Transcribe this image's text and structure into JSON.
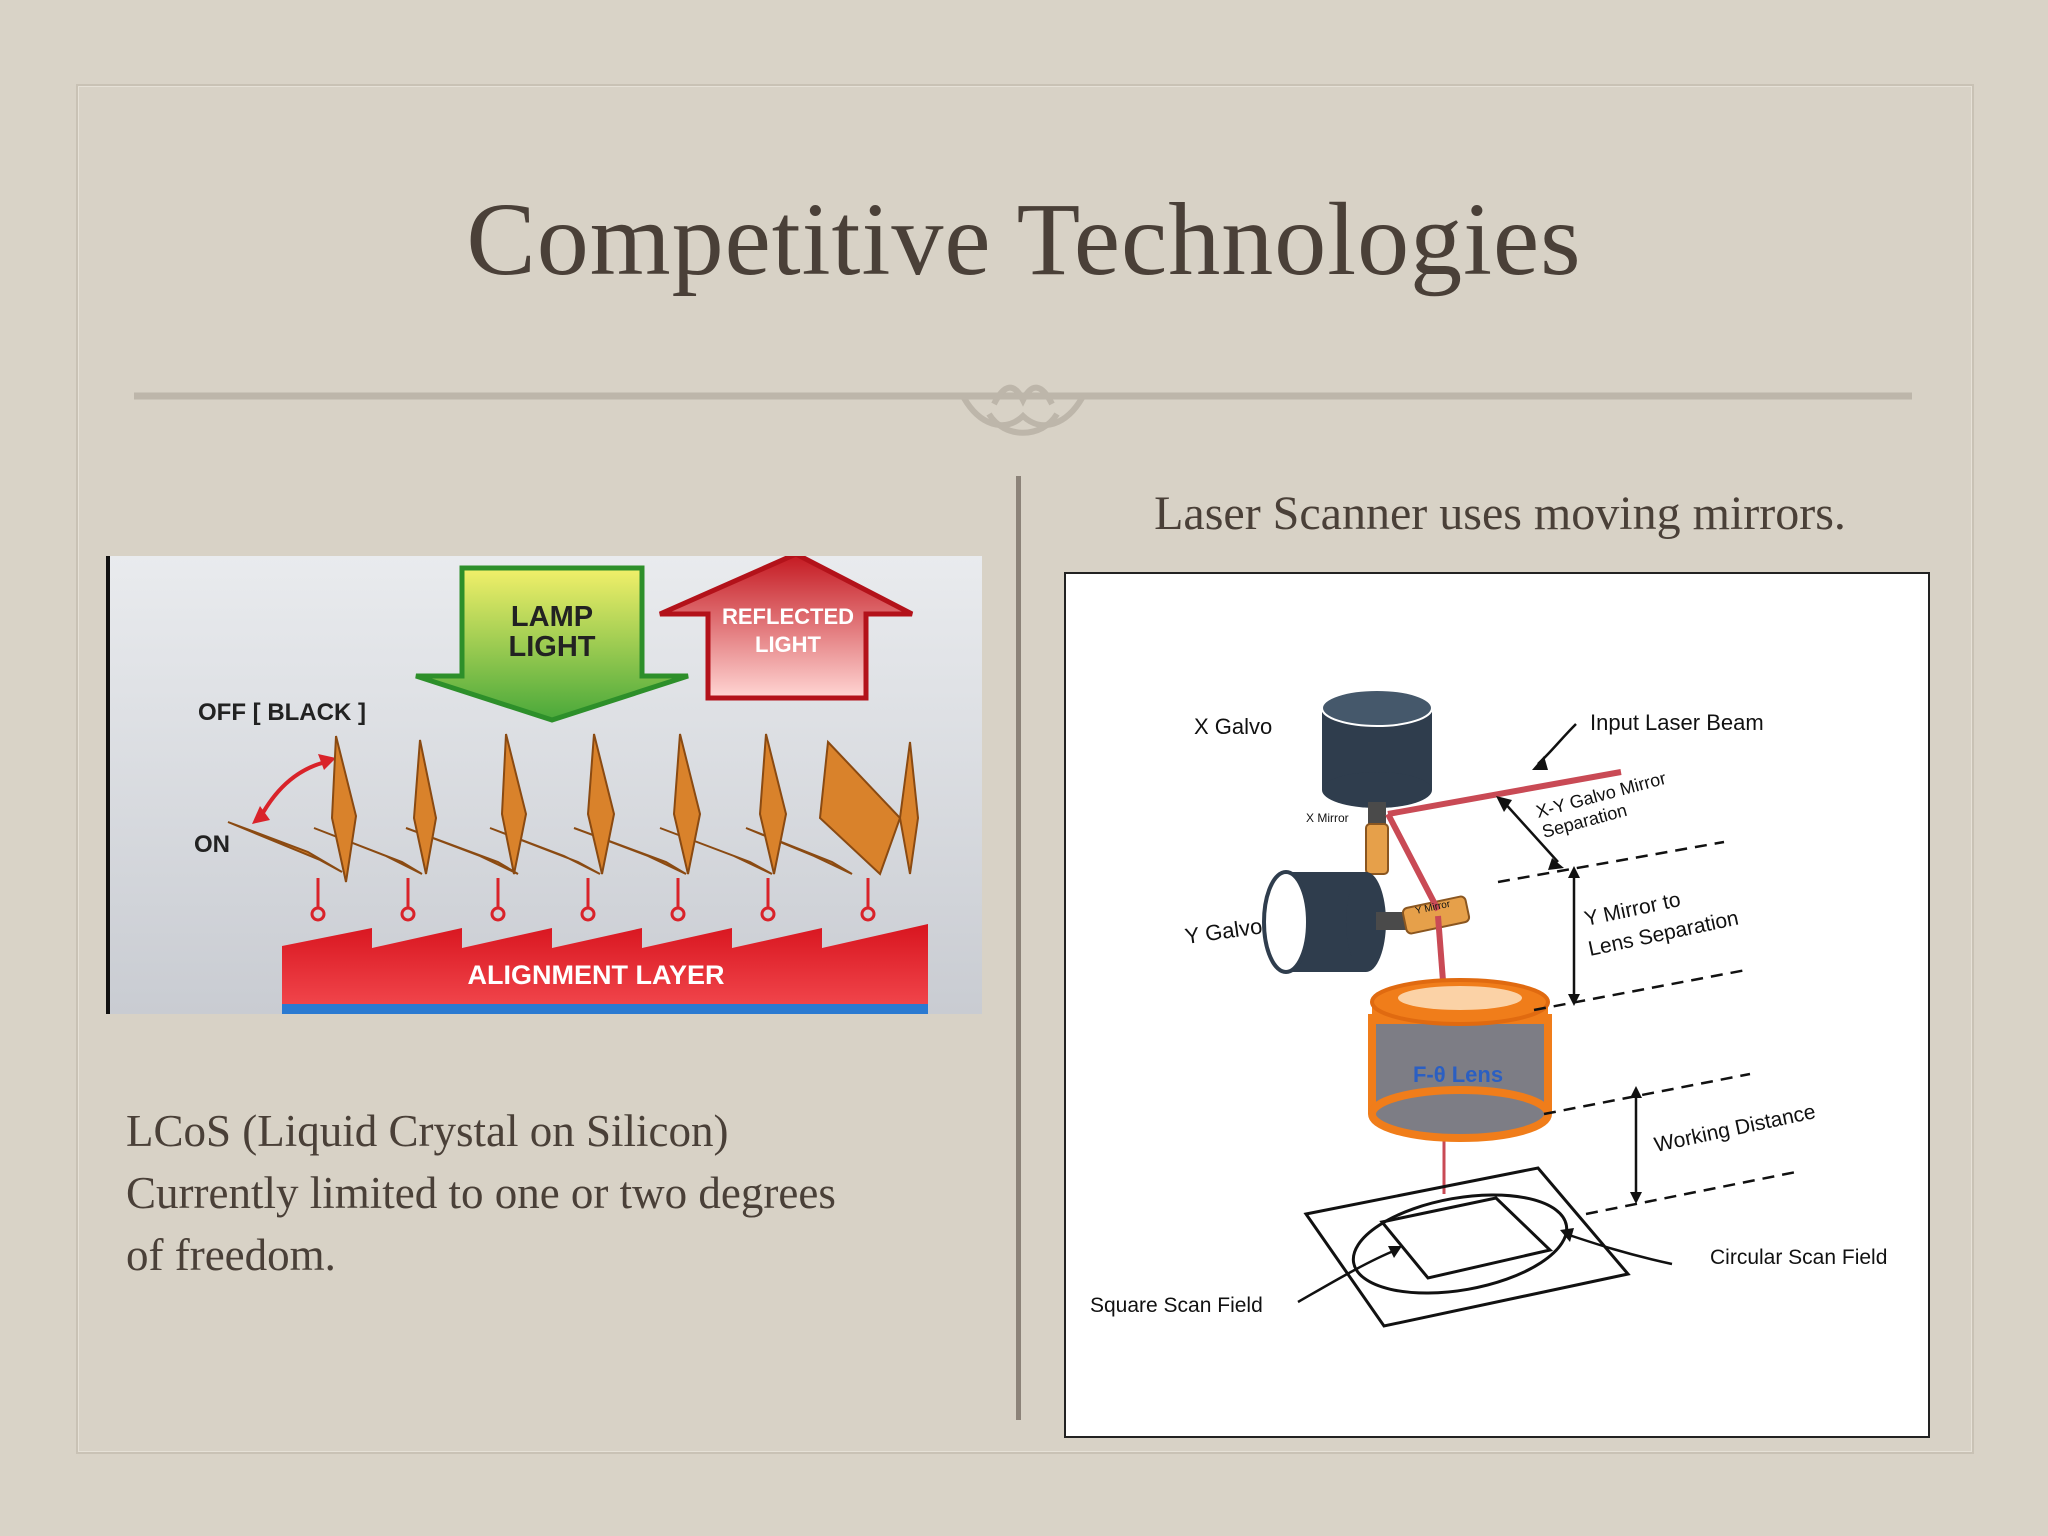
{
  "slide": {
    "title": "Competitive Technologies",
    "right_caption": "Laser Scanner uses moving mirrors.",
    "left_text": [
      "LCoS (Liquid Crystal on Silicon)",
      "Currently limited to one or two degrees",
      "of  freedom."
    ]
  },
  "lcos_figure": {
    "lamp_label_1": "LAMP",
    "lamp_label_2": "LIGHT",
    "reflected_label_1": "REFLECTED",
    "reflected_label_2": "LIGHT",
    "off_label": "OFF [ BLACK ]",
    "on_label": "ON",
    "alignment_label": "ALIGNMENT LAYER"
  },
  "laser_figure": {
    "x_galvo": "X Galvo",
    "y_galvo": "Y Galvo",
    "x_mirror": "X Mirror",
    "y_mirror": "Y Mirror",
    "input_beam": "Input Laser Beam",
    "xy_sep_1": "X-Y Galvo Mirror",
    "xy_sep_2": "Separation",
    "y_lens_1": "Y Mirror to",
    "y_lens_2": "Lens Separation",
    "lens": "F-θ Lens",
    "working_distance": "Working Distance",
    "circular_field": "Circular Scan Field",
    "square_field": "Square Scan Field"
  },
  "colors": {
    "background": "#d9d3c7",
    "text": "#4a4038",
    "lamp_arrow": "#6cbf2a",
    "reflected_arrow": "#d8232a",
    "crystal": "#d9822b",
    "alignment": "#e0232a",
    "lens_orange": "#f07d1a",
    "galvo_dark": "#2f3d4d"
  }
}
